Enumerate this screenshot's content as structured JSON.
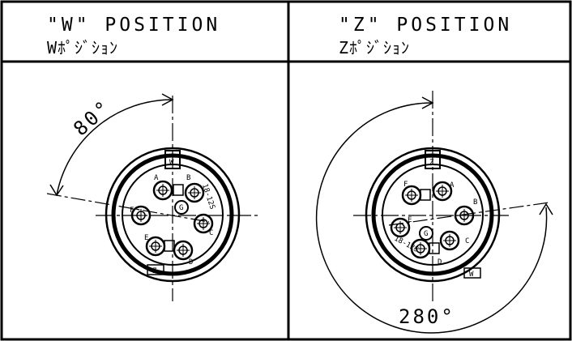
{
  "panels": [
    {
      "title_en": "\"W\" POSITION",
      "title_jp": "Wﾎﾟｼﾞｼｮﾝ",
      "angle": "80°",
      "key_mark": "W",
      "bottom_mark": "Z",
      "part_code": "18-12S",
      "pin_letters": [
        "A",
        "B",
        "C",
        "D",
        "E",
        "F",
        "G"
      ]
    },
    {
      "title_en": "\"Z\" POSITION",
      "title_jp": "Zﾎﾟｼﾞｼｮﾝ",
      "angle": "280°",
      "key_mark": "Z",
      "bottom_mark": "W",
      "part_code": "18-12S",
      "pin_letters": [
        "A",
        "B",
        "C",
        "D",
        "E",
        "F",
        "G"
      ]
    }
  ]
}
